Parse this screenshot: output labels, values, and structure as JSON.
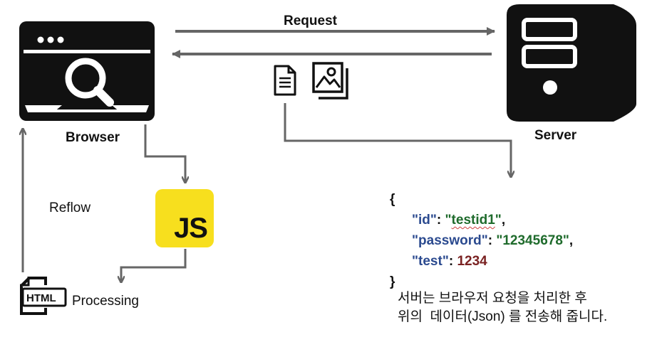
{
  "labels": {
    "request": "Request",
    "browser": "Browser",
    "server": "Server",
    "reflow": "Reflow",
    "processing": "Processing"
  },
  "html_icon_text": "HTML",
  "js_icon_text": "JS",
  "json_block": {
    "open_brace": "{",
    "close_brace": "}",
    "lines": [
      {
        "key": "id",
        "value": "testid1",
        "value_type": "string"
      },
      {
        "key": "password",
        "value": "12345678",
        "value_type": "string"
      },
      {
        "key": "test",
        "value": "1234",
        "value_type": "number"
      }
    ]
  },
  "description": {
    "line1": "서버는 브라우저 요청을 처리한 후",
    "line2": "위의  데이터(Json) 를 전송해 줍니다."
  },
  "colors": {
    "arrow": "#666666",
    "icon_dark": "#111111",
    "js_yellow": "#f7df1e",
    "json_key": "#2b4a8f",
    "json_string": "#1f6b2c",
    "json_number": "#7a2222"
  },
  "icons": [
    "browser-search-icon",
    "server-icon",
    "document-icon",
    "image-icon",
    "javascript-icon",
    "html-file-icon"
  ]
}
